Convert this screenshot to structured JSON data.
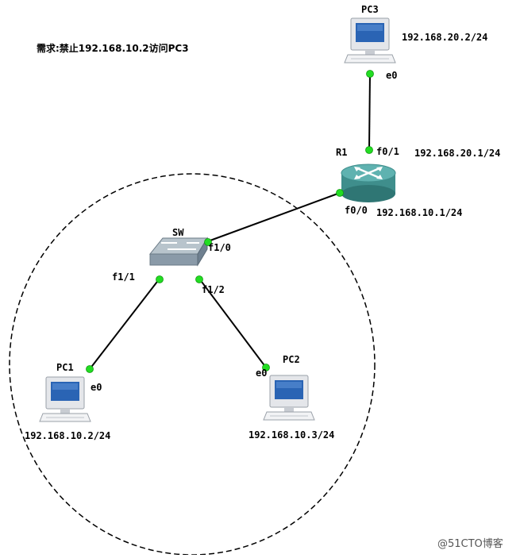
{
  "requirement": "需求:禁止192.168.10.2访问PC3",
  "watermark": "@51CTO博客",
  "devices": {
    "pc3": {
      "name": "PC3",
      "ip": "192.168.20.2/24",
      "port": "e0"
    },
    "r1": {
      "name": "R1",
      "port_up": "f0/1",
      "ip_up": "192.168.20.1/24",
      "port_down": "f0/0",
      "ip_down": "192.168.10.1/24"
    },
    "sw": {
      "name": "SW",
      "port_up": "f1/0",
      "port_pc1": "f1/1",
      "port_pc2": "f1/2"
    },
    "pc1": {
      "name": "PC1",
      "ip": "192.168.10.2/24",
      "port": "e0"
    },
    "pc2": {
      "name": "PC2",
      "ip": "192.168.10.3/24",
      "port": "e0"
    }
  },
  "colors": {
    "link": "#000000",
    "port_dot": "#22dd22",
    "router": "#4a9a98",
    "switch": "#8a9aa8",
    "monitor": "#2a64b4"
  }
}
